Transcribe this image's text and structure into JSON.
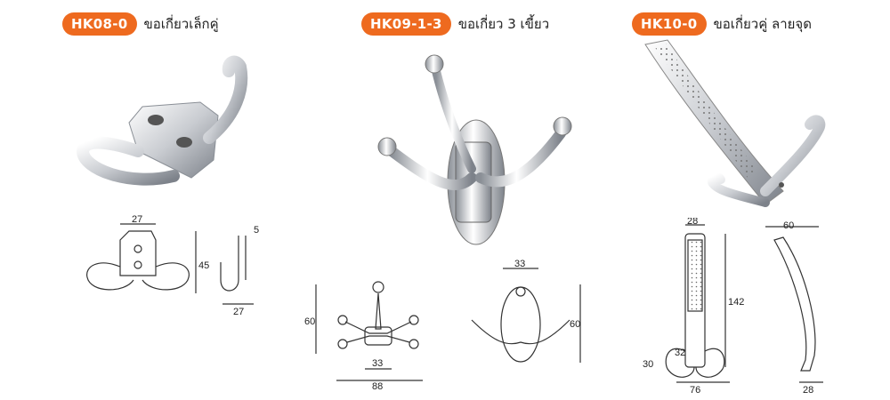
{
  "products": [
    {
      "code": "HK08-0",
      "name": "ขอเกี่ยวเล็กคู่",
      "dims": {
        "front_width": "27",
        "front_height": "45",
        "side_top": "5",
        "side_width": "27"
      }
    },
    {
      "code": "HK09-1-3",
      "name": "ขอเกี่ยว 3 เขี้ยว",
      "dims": {
        "front_height": "60",
        "front_inner": "33",
        "front_width": "88",
        "side_top": "33",
        "side_height": "60"
      }
    },
    {
      "code": "HK10-0",
      "name": "ขอเกี่ยวคู่ ลายจุด",
      "dims": {
        "front_top": "28",
        "front_height": "142",
        "inner": "32",
        "hook_h": "30",
        "front_width": "76",
        "side_top": "60",
        "side_width": "28"
      }
    }
  ],
  "colors": {
    "badge": "#ee6a1f",
    "metal_light": "#f4f5f7",
    "metal_dark": "#7d828a"
  }
}
